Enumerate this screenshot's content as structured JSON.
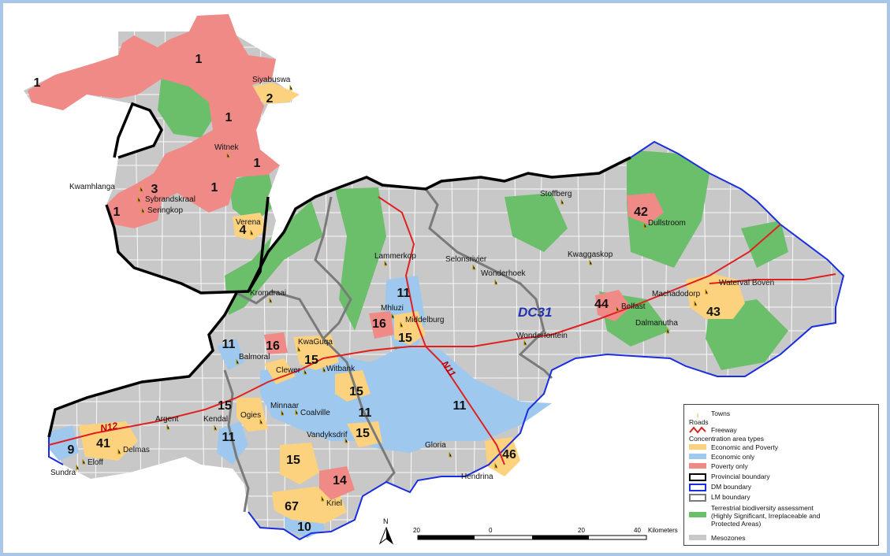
{
  "map": {
    "district_label": "DC31",
    "road_label": "N12",
    "road_label_2": "N11",
    "towns": [
      {
        "name": "Siyabuswa"
      },
      {
        "name": "Witnek"
      },
      {
        "name": "Kwamhlanga"
      },
      {
        "name": "Sybrandskraal"
      },
      {
        "name": "Seringkop"
      },
      {
        "name": "Verena"
      },
      {
        "name": "Stoffberg"
      },
      {
        "name": "Dullstroom"
      },
      {
        "name": "Lammerkop"
      },
      {
        "name": "Selonsrivier"
      },
      {
        "name": "Wonderhoek"
      },
      {
        "name": "Kwaggaskop"
      },
      {
        "name": "Waterval Boven"
      },
      {
        "name": "Machadodorp"
      },
      {
        "name": "Belfast"
      },
      {
        "name": "Dalmanutha"
      },
      {
        "name": "Mhluzi"
      },
      {
        "name": "Middelburg"
      },
      {
        "name": "Wonderfontein"
      },
      {
        "name": "Kromdraai"
      },
      {
        "name": "KwaGuqa"
      },
      {
        "name": "Balmoral"
      },
      {
        "name": "Clewer"
      },
      {
        "name": "Witbank"
      },
      {
        "name": "Minnaar"
      },
      {
        "name": "Ogies"
      },
      {
        "name": "Coalville"
      },
      {
        "name": "Argent"
      },
      {
        "name": "Kendal"
      },
      {
        "name": "Delmas"
      },
      {
        "name": "Eloff"
      },
      {
        "name": "Sundra"
      },
      {
        "name": "Vandyksdrif"
      },
      {
        "name": "Gloria"
      },
      {
        "name": "Hendrina"
      },
      {
        "name": "Kriel"
      }
    ],
    "zone_numbers": [
      "1",
      "1",
      "1",
      "1",
      "1",
      "1",
      "2",
      "3",
      "4",
      "42",
      "11",
      "16",
      "15",
      "44",
      "43",
      "11",
      "16",
      "15",
      "15",
      "15",
      "15",
      "11",
      "11",
      "11",
      "9",
      "41",
      "15",
      "46",
      "14",
      "67",
      "10"
    ]
  },
  "legend": {
    "towns": "Towns",
    "roads": "Roads",
    "freeway": "Freeway",
    "concentration": "Concentration area types",
    "econ_poverty": "Economic and Poverty",
    "econ_only": "Economic only",
    "poverty_only": "Poverty only",
    "provincial": "Provincial boundary",
    "dm": "DM boundary",
    "lm": "LM boundary",
    "terrestrial": "Terrestrial biodiversity assessment",
    "terrestrial_2": "(Highly Significant, Irreplaceable and",
    "terrestrial_3": "Protected Areas)",
    "mesozones": "Mesozones"
  },
  "scale": {
    "labels": [
      "20",
      "0",
      "20",
      "40"
    ],
    "unit": "Kilometers",
    "north": "N"
  },
  "colors": {
    "econ_poverty": "#fcd27e",
    "econ_only": "#9ec8ee",
    "poverty_only": "#ef8a86",
    "terrestrial": "#6bbf6b",
    "mesozone": "#c8c8c8",
    "freeway": "#e02020",
    "dm_boundary": "#1a2ee0",
    "provincial": "#000000",
    "lm_boundary": "#7a7a7a"
  }
}
